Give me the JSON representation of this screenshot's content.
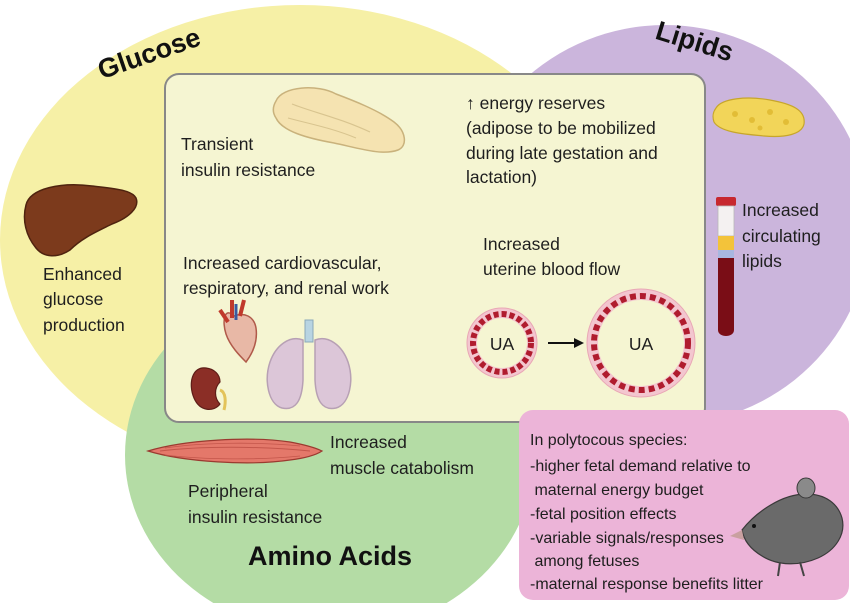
{
  "title_glucose": "Glucose",
  "title_lipids": "Lipids",
  "title_amino": "Amino Acids",
  "center": {
    "transient": [
      "Transient",
      "insulin resistance"
    ],
    "energy": [
      "↑ energy reserves",
      "(adipose to be mobilized",
      "during late gestation and",
      "lactation)"
    ],
    "cardio": [
      "Increased cardiovascular,",
      "respiratory, and renal work"
    ],
    "uterine": [
      "Increased",
      "uterine blood flow"
    ],
    "ua_small": "UA",
    "ua_large": "UA"
  },
  "glucose": {
    "production": [
      "Enhanced",
      "glucose",
      "production"
    ]
  },
  "lipids": {
    "circulating": [
      "Increased",
      "circulating",
      "lipids"
    ]
  },
  "amino": {
    "muscle": [
      "Increased",
      "muscle catabolism"
    ],
    "peripheral": [
      "Peripheral",
      "insulin resistance"
    ]
  },
  "polytocous": {
    "heading": "In polytocous species:",
    "lines": [
      "-higher fetal demand relative to",
      " maternal energy budget",
      "-fetal position effects",
      "-variable signals/responses",
      " among fetuses",
      "-maternal response benefits litter"
    ]
  },
  "colors": {
    "glucose": "#f6f0a6",
    "lipids": "#cbb5dc",
    "amino": "#b4dca5",
    "center": "#f5f5d2",
    "polytocous": "#ecb4d8",
    "artery": "#b01c2e"
  }
}
